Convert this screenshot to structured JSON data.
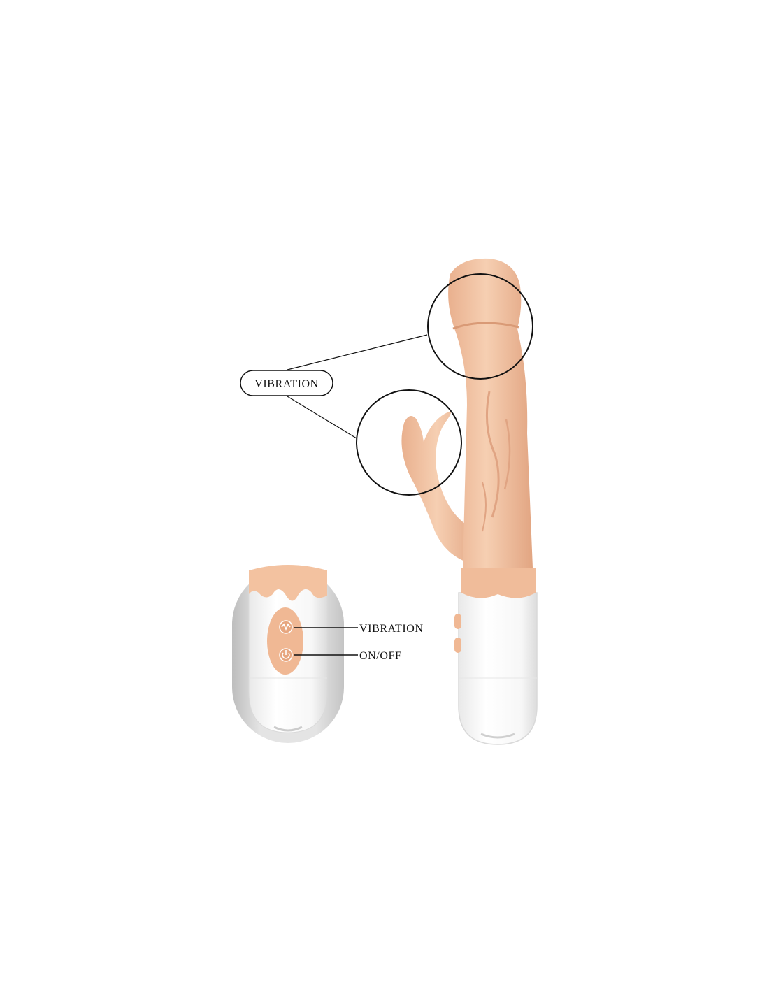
{
  "labels": {
    "callout_pill": "VIBRATION",
    "remote_vibration": "VIBRATION",
    "remote_onoff": "ON/OFF"
  },
  "colors": {
    "background": "#ffffff",
    "flesh": "#f3c6a5",
    "flesh_shadow": "#e2a582",
    "button_panel": "#f0b894",
    "white_body": "#ffffff",
    "remote_frame": "#d6d6d6",
    "line": "#111111"
  },
  "icons": {
    "vibration_button": "wave-icon",
    "power_button": "power-icon"
  }
}
